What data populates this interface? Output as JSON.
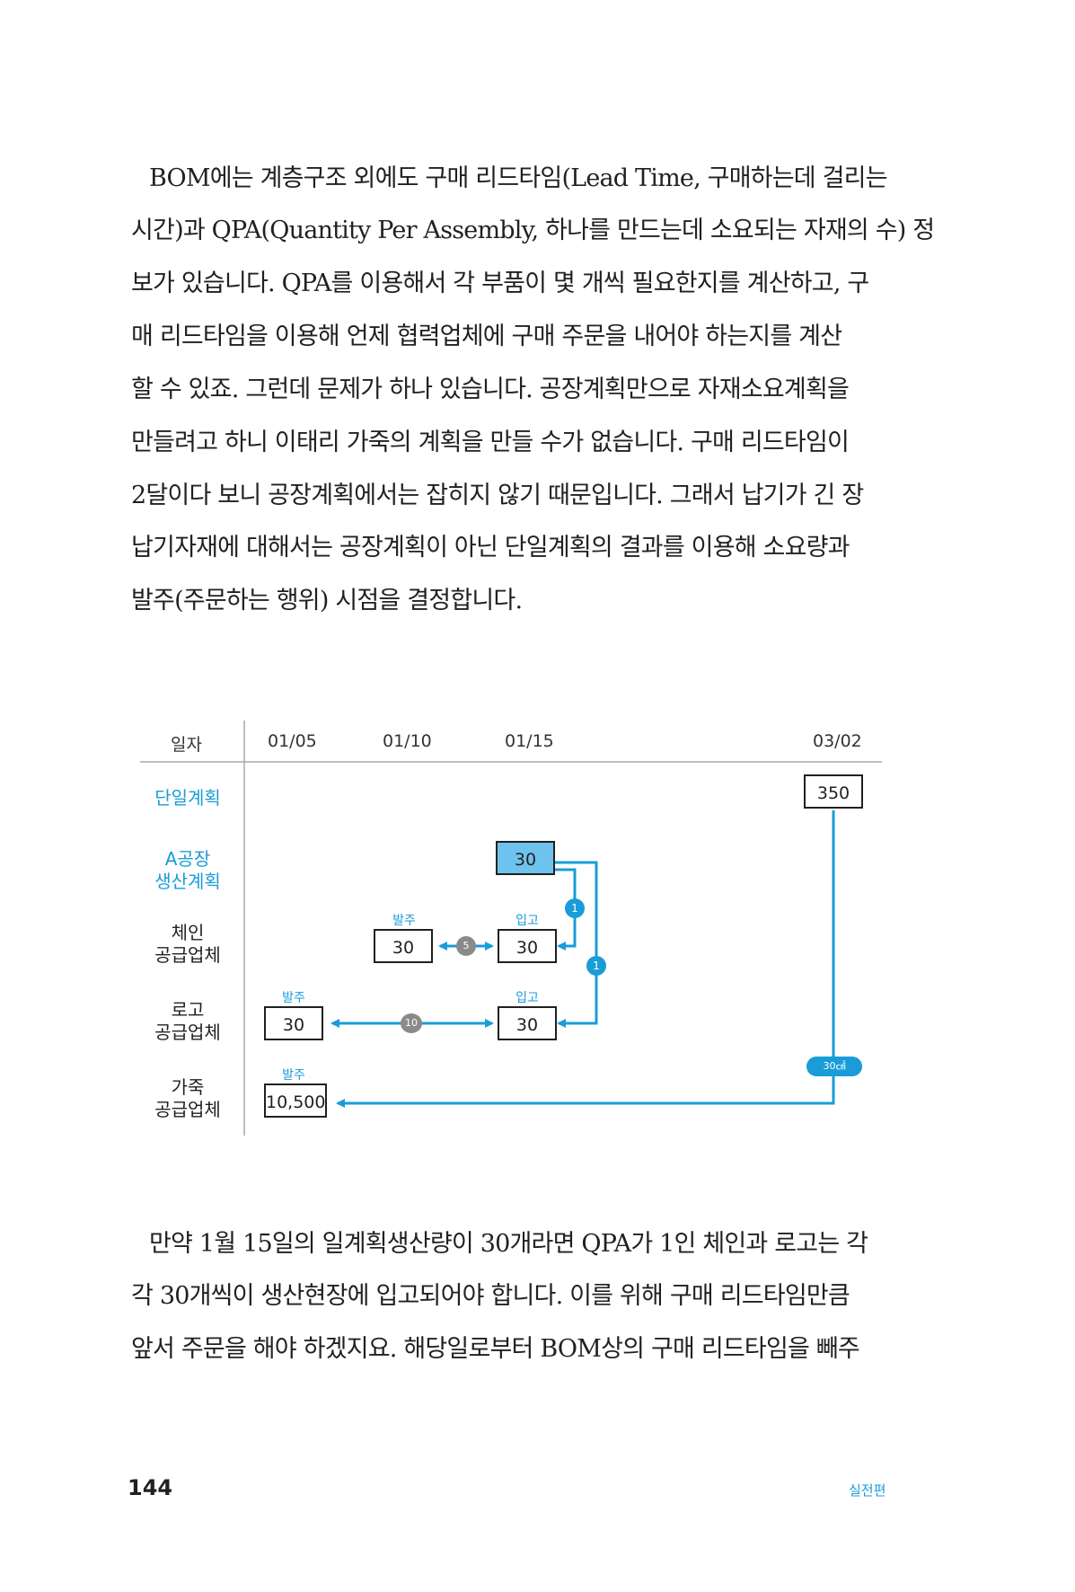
{
  "paragraph1": [
    "BOM에는 계층구조 외에도 구매 리드타임(Lead Time, 구매하는데 걸리는",
    "시간)과 QPA(Quantity Per Assembly, 하나를 만드는데 소요되는 자재의 수) 정",
    "보가 있습니다. QPA를 이용해서 각 부품이 몇 개씩 필요한지를 계산하고, 구",
    "매 리드타임을 이용해 언제 협력업체에 구매 주문을 내어야 하는지를 계산",
    "할 수 있죠. 그런데 문제가 하나 있습니다. 공장계획만으로 자재소요계획을",
    "만들려고 하니 이태리 가죽의 계획을 만들 수가 없습니다. 구매 리드타임이",
    "2달이다 보니 공장계획에서는 잡히지 않기 때문입니다. 그래서 납기가 긴 장",
    "납기자재에 대해서는 공장계획이 아닌 단일계획의 결과를 이용해 소요량과",
    "발주(주문하는 행위) 시점을 결정합니다."
  ],
  "diagram": {
    "header": {
      "label": "일자",
      "dates": [
        "01/05",
        "01/10",
        "01/15",
        "03/02"
      ]
    },
    "rows": {
      "single_plan": "단일계획",
      "factory_plan_1": "A공장",
      "factory_plan_2": "생산계획",
      "chain_1": "체인",
      "chain_2": "공급업체",
      "logo_1": "로고",
      "logo_2": "공급업체",
      "leather_1": "가죽",
      "leather_2": "공급업체"
    },
    "boxes": {
      "single_plan_qty": "350",
      "factory_qty": "30",
      "chain_order_qty": "30",
      "chain_receive_qty": "30",
      "logo_order_qty": "30",
      "logo_receive_qty": "30",
      "leather_order_qty": "10,500"
    },
    "tags": {
      "order": "발주",
      "receive": "입고"
    },
    "badges": {
      "chain_qpa": "1",
      "logo_qpa": "1",
      "chain_lead": "5",
      "logo_lead": "10",
      "leather_qpa": "30㎠"
    },
    "colors": {
      "accent": "#1a9cd8",
      "fill": "#6ec3ee",
      "gray_badge": "#8a8a8a"
    }
  },
  "paragraph2": [
    "만약 1월 15일의 일계획생산량이 30개라면 QPA가 1인 체인과 로고는 각",
    "각 30개씩이 생산현장에 입고되어야 합니다. 이를 위해 구매 리드타임만큼",
    "앞서 주문을 해야 하겠지요. 해당일로부터 BOM상의 구매 리드타임을 빼주"
  ],
  "footer": {
    "page_number": "144",
    "section": "실전편"
  }
}
